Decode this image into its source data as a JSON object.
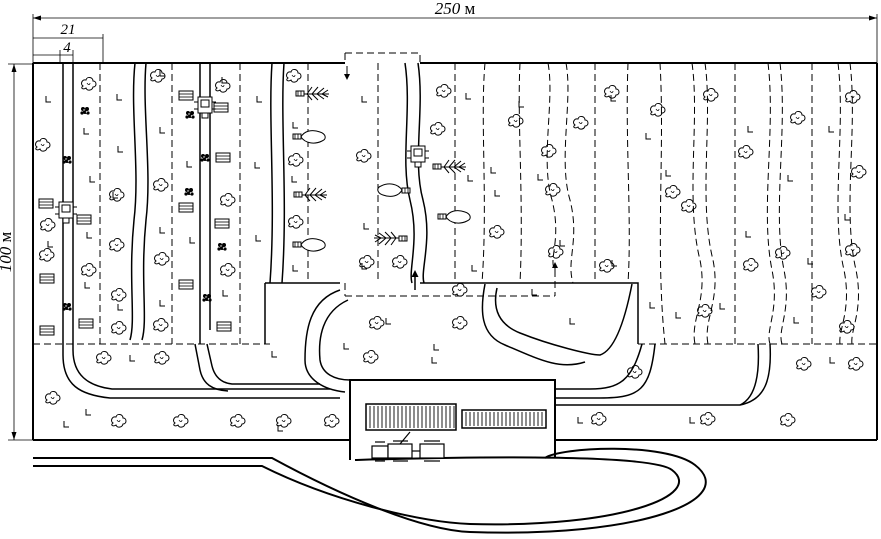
{
  "dimensions": {
    "total_length": "250",
    "length_unit": "м",
    "total_width": "100",
    "width_unit": "м",
    "strip_width": "21",
    "pass_width": "4"
  },
  "symbols": {
    "stump": "stump-icon",
    "branch_piece": "branch-pile-icon",
    "log_stack": "log-stack-icon",
    "brush_bundle": "brush-bundle-icon",
    "felled_tree": "felled-tree-icon",
    "deciduous_crown": "deciduous-crown-icon",
    "conifer_crown": "conifer-crown-icon",
    "forwarder": "forwarder-machine-icon",
    "harvester": "harvester-machine-icon",
    "timber_truck": "timber-truck-icon",
    "timber_stack": "landing-timber-stack-icon"
  },
  "colors": {
    "ink": "#000000",
    "paper": "#ffffff"
  }
}
